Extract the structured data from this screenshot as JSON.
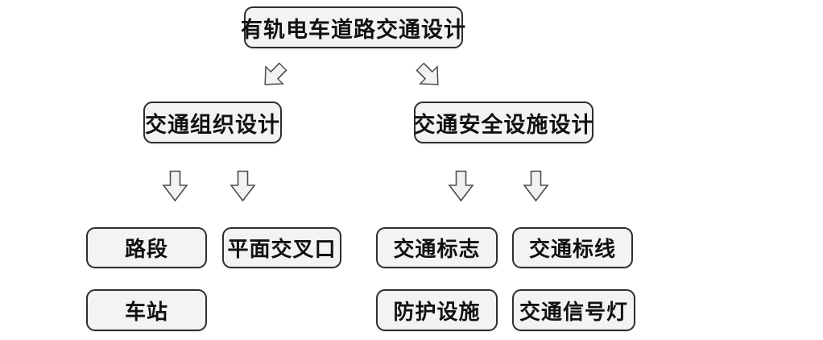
{
  "colors": {
    "background": "#ffffff",
    "box_fill": "#f3f3f3",
    "box_border": "#2f2f2f",
    "text": "#111111",
    "arrow_fill": "#f2f2f2",
    "arrow_stroke": "#4d4d4d"
  },
  "nodes": {
    "root": "有轨电车道路交通设计",
    "traffic_organization": "交通组织设计",
    "traffic_safety": "交通安全设施设计",
    "road_section": "路段",
    "at_grade_intersection": "平面交叉口",
    "station": "车站",
    "traffic_signs": "交通标志",
    "traffic_markings": "交通标线",
    "protective_facilities": "防护设施",
    "traffic_signal_lights": "交通信号灯"
  }
}
